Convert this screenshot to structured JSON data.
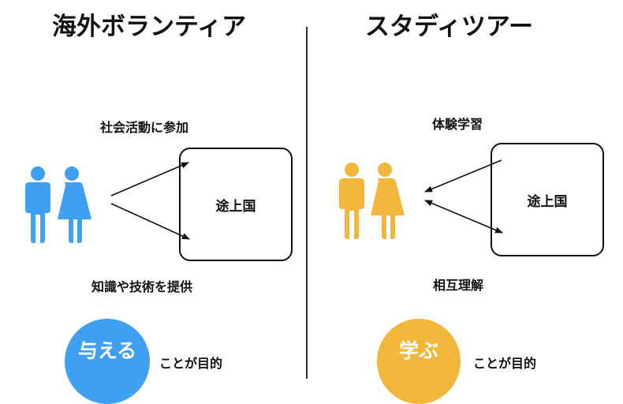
{
  "left": {
    "title": "海外ボランティア",
    "top_label": "社会活動に参加",
    "box_label": "途上国",
    "bottom_label": "知識や技術を提供",
    "badge": "与える",
    "purpose": "ことが目的",
    "color": "#3f9ff2"
  },
  "right": {
    "title": "スタディツアー",
    "top_label": "体験学習",
    "box_label": "途上国",
    "bottom_label": "相互理解",
    "badge": "学ぶ",
    "purpose": "ことが目的",
    "color": "#f2b63b"
  },
  "icons": {
    "left_people": [
      "man-icon",
      "woman-icon"
    ],
    "right_people": [
      "man-icon",
      "woman-icon"
    ]
  }
}
